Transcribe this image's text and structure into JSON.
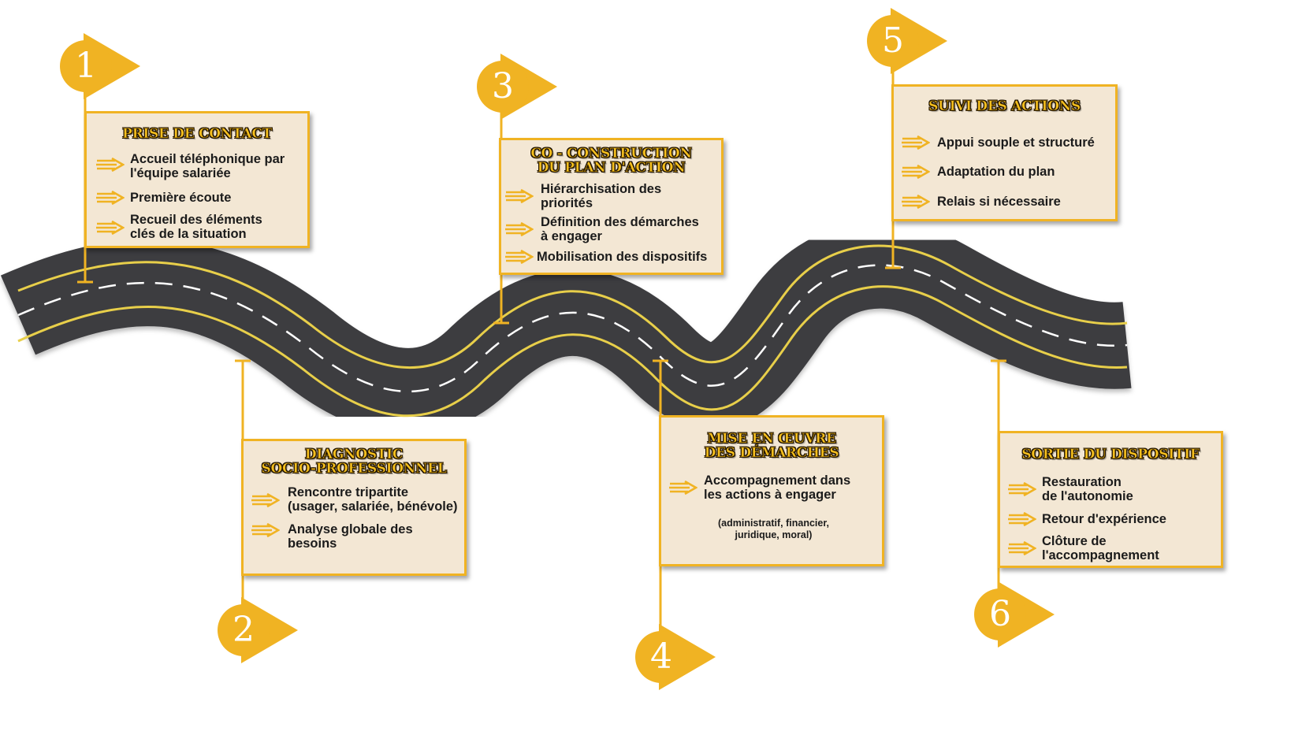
{
  "colors": {
    "accent": "#f0b323",
    "road": "#3d3d3f",
    "road_edge_line": "#e8cf4a",
    "card_bg": "#f3e7d4"
  },
  "icons": {
    "item_bullet": "arrow-right-icon",
    "marker_shape": "circle-with-triangle-flag"
  },
  "steps": [
    {
      "number": "1",
      "title_lines": [
        "Prise de contact"
      ],
      "items": [
        {
          "text": "Accueil téléphonique par\nl'équipe salariée"
        },
        {
          "text": "Première écoute"
        },
        {
          "text": "Recueil des éléments\nclés de la situation"
        }
      ]
    },
    {
      "number": "2",
      "title_lines": [
        "Diagnostic",
        "socio-professionnel"
      ],
      "items": [
        {
          "text": "Rencontre tripartite\n(usager, salariée, bénévole)"
        },
        {
          "text": "Analyse globale des\nbesoins"
        }
      ]
    },
    {
      "number": "3",
      "title_lines": [
        "Co - construction",
        "du plan  d'action"
      ],
      "items": [
        {
          "text": "Hiérarchisation des\npriorités"
        },
        {
          "text": "Définition des démarches\nà engager"
        },
        {
          "text": "Mobilisation des dispositifs"
        }
      ]
    },
    {
      "number": "4",
      "title_lines": [
        "Mise en œuvre",
        "des démarches"
      ],
      "items": [
        {
          "text": "Accompagnement dans\nles actions à engager"
        }
      ],
      "note": "(administratif, financier,\njuridique, moral)"
    },
    {
      "number": "5",
      "title_lines": [
        "Suivi  des  actions"
      ],
      "items": [
        {
          "text": "Appui souple et structuré"
        },
        {
          "text": "Adaptation du plan"
        },
        {
          "text": "Relais si nécessaire"
        }
      ]
    },
    {
      "number": "6",
      "title_lines": [
        "Sortie  du  dispositif"
      ],
      "items": [
        {
          "text": "Restauration\nde l'autonomie"
        },
        {
          "text": "Retour d'expérience"
        },
        {
          "text": "Clôture de\nl'accompagnement"
        }
      ]
    }
  ]
}
